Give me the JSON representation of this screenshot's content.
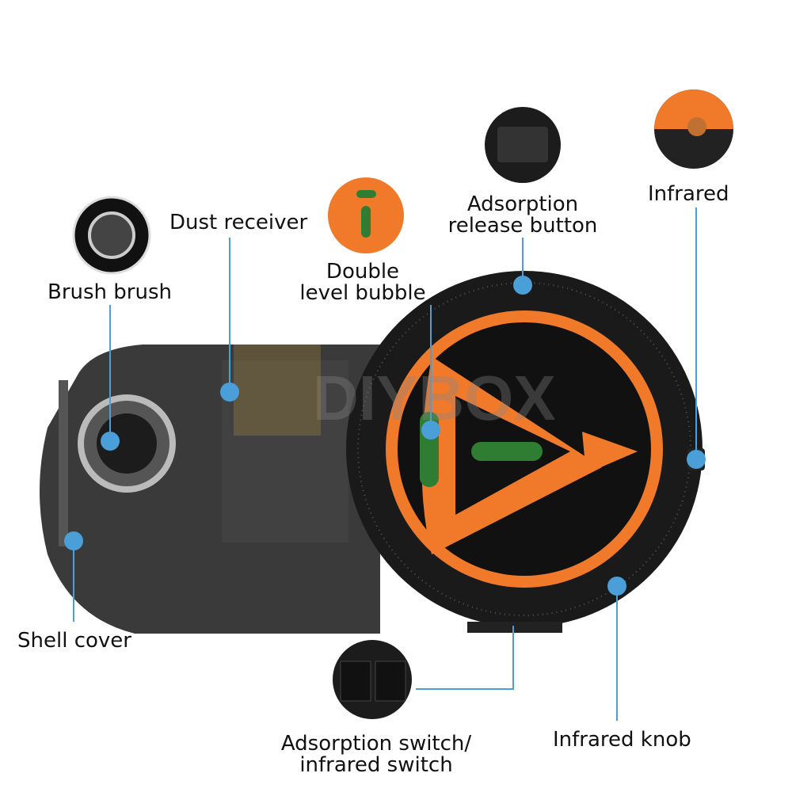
{
  "labels": {
    "brush": "Brush brush",
    "dust_receiver": "Dust receiver",
    "double_level_bubble_1": "Double",
    "double_level_bubble_2": "level bubble",
    "adsorption_release_1": "Adsorption",
    "adsorption_release_2": "release button",
    "infrared": "Infrared",
    "shell_cover": "Shell cover",
    "adsorption_switch_1": "Adsorption switch/",
    "adsorption_switch_2": "infrared switch",
    "infrared_knob": "Infrared knob"
  },
  "watermark": "DIYBOX",
  "colors": {
    "accent": "#f07a2a",
    "pointer": "#4a9fd8",
    "body": "#2a2a2a"
  }
}
